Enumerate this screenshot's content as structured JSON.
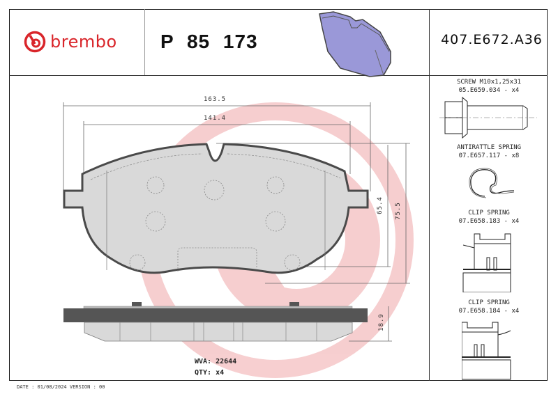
{
  "header": {
    "brand": "brembo",
    "brand_color": "#d9252a",
    "product_code": "P 85 173",
    "reference_code": "407.E672.A36"
  },
  "drawing": {
    "dimensions": {
      "total_width": "163.5",
      "friction_width": "141.4",
      "friction_height": "65.4",
      "total_height": "75.5",
      "thickness": "18.9"
    },
    "watermark": "brembo-logo-watermark"
  },
  "accessories": [
    {
      "name": "SCREW M10x1,25x31",
      "code": "05.E659.034 - x4",
      "icon": "screw-icon"
    },
    {
      "name": "ANTIRATTLE SPRING",
      "code": "07.E657.117 - x8",
      "icon": "antirattle-spring-icon"
    },
    {
      "name": "CLIP SPRING",
      "code": "07.E658.183 - x4",
      "icon": "clip-spring-icon"
    },
    {
      "name": "CLIP SPRING",
      "code": "07.E658.184 - x4",
      "icon": "clip-spring-icon"
    }
  ],
  "info": {
    "wva": "WVA: 22644",
    "qty": "QTY: x4"
  },
  "footer": {
    "text": "DATE : 01/08/2024 VERSION : 00"
  }
}
